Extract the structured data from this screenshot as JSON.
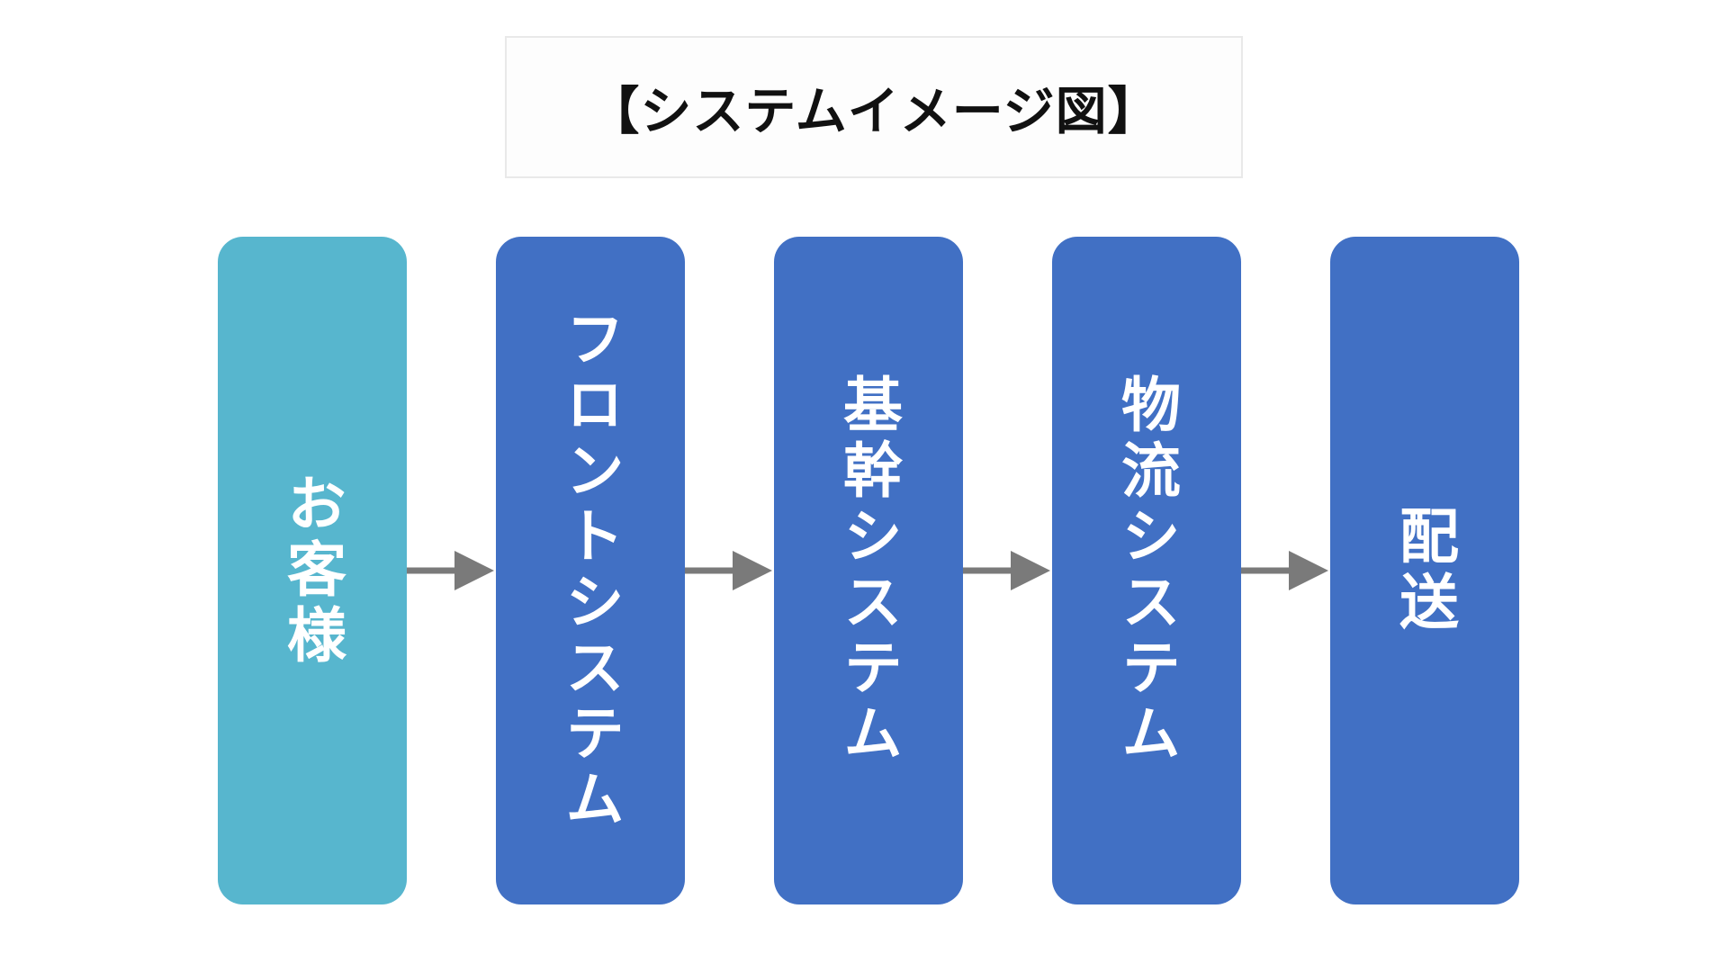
{
  "title": {
    "text": "【システムイメージ図】"
  },
  "flow": {
    "boxes": [
      {
        "id": "customer",
        "label": "お客様",
        "color": "#57b6ce"
      },
      {
        "id": "front-system",
        "label": "フロントシステム",
        "color": "#4170c4"
      },
      {
        "id": "core-system",
        "label": "基幹システム",
        "color": "#4170c4"
      },
      {
        "id": "logistics-system",
        "label": "物流システム",
        "color": "#4170c4"
      },
      {
        "id": "delivery",
        "label": "配送",
        "color": "#4170c4"
      }
    ],
    "arrow_count": 4
  },
  "colors": {
    "background": "#ffffff",
    "box_teal": "#57b6ce",
    "box_blue": "#4170c4",
    "box_text": "#ffffff",
    "arrow_gray": "#7a7a7a",
    "title_text": "#111111",
    "title_box_border": "#e9e9e9",
    "title_box_fill": "#fdfdfd"
  }
}
